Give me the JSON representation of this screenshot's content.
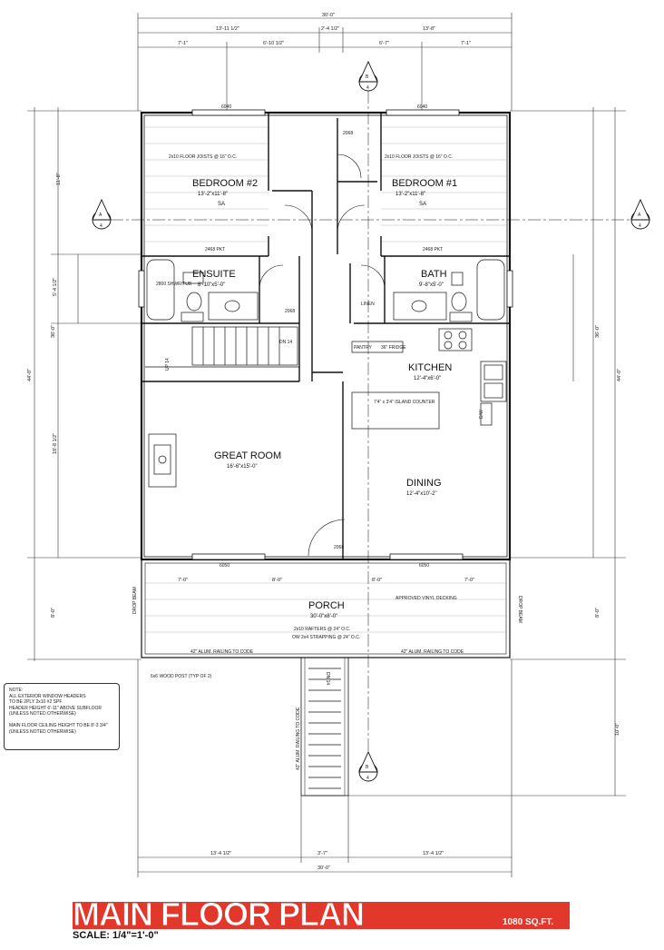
{
  "rooms": {
    "bedroom2": {
      "name": "BEDROOM #2",
      "size": "13'-2\"x11'-8\"",
      "sa": "SA"
    },
    "bedroom1": {
      "name": "BEDROOM #1",
      "size": "13'-2\"x11'-8\"",
      "sa": "SA"
    },
    "ensuite": {
      "name": "ENSUITE",
      "size": "8'-10\"x5'-0\""
    },
    "bath": {
      "name": "BATH",
      "size": "9'-8\"x5'-0\""
    },
    "kitchen": {
      "name": "KITCHEN",
      "size": "12'-4\"x6'-0\""
    },
    "great_room": {
      "name": "GREAT ROOM",
      "size": "16'-6\"x15'-0\""
    },
    "dining": {
      "name": "DINING",
      "size": "12'-4\"x10'-2\""
    },
    "porch": {
      "name": "PORCH",
      "size": "30'-0\"x8'-0\""
    }
  },
  "labels": {
    "floor_joists": "2x10 FLOOR JOISTS @ 16\" O.C.",
    "rafters": "2x10 RAFTERS @ 24\" O.C.",
    "strapping": "OW 2x4 STRAPPING @ 24\" O.C.",
    "railing": "42\" ALUM. RAILING TO CODE",
    "stair_railing": "42\" ALUM. RAILING TO CODE",
    "vinyl_decking": "APPROVED VINYL DECKING",
    "wood_post": "6x6 WOOD POST (TYP OF 2)",
    "island": "7'4\" x 3'4\" ISLAND COUNTER",
    "pantry": "PANTRY",
    "fridge": "36\" FRIDGE",
    "linen": "LINEN",
    "dn14": "DN 14",
    "up14": "UP 14",
    "dw": "D/W",
    "window_6040": "6040",
    "window_6050": "6050",
    "door_2068": "2068",
    "door_2468": "2468 PKT",
    "shower": "2800 SHWR/TUB",
    "drop_beam": "DROP BEAM"
  },
  "section_markers": {
    "a": "A",
    "b": "B",
    "sheet": "4"
  },
  "dimensions": {
    "overall_top": "30'-0\"",
    "top_left": "13'-11 1/2\"",
    "top_mid": "2'-4 1/2\"",
    "top_right": "13'-8\"",
    "top_a": "7'-1\"",
    "top_b": "6'-10 1/2\"",
    "top_c": "6'-7\"",
    "top_d": "7'-1\"",
    "left_overall": "44'-0\"",
    "left_house": "36'-0\"",
    "left_bed": "11'-8\"",
    "left_ensuite": "5'-4 1/2\"",
    "left_great": "18'-8 1/2\"",
    "left_porch": "8'-0\"",
    "right_overall": "44'-0\"",
    "right_house": "36'-0\"",
    "right_porch": "8'-0\"",
    "right_stairs": "10'-0\"",
    "bottom_overall": "30'-0\"",
    "bottom_left": "13'-4 1/2\"",
    "bottom_mid": "3'-7\"",
    "bottom_right": "13'-4 1/2\"",
    "porch_a": "7'-0\"",
    "porch_b": "8'-0\"",
    "porch_c": "8'-0\"",
    "porch_d": "7'-0\""
  },
  "notes": {
    "heading": "NOTE:",
    "line1": "ALL EXTERIOR WINDOW HEADERS",
    "line2": "TO BE 2PLY 2x10 #2 SPF",
    "line3": "HEADER HEIGHT 6'-11\" ABOVE SUBFLOOR",
    "line4": "(UNLESS NOTED OTHERWISE)",
    "line5": "MAIN FLOOR CEILING HEIGHT TO BE 8'-3 3/4\"",
    "line6": "(UNLESS NOTED OTHERWISE)"
  },
  "title": {
    "main": "MAIN FLOOR PLAN",
    "area": "1080 SQ.FT.",
    "scale": "SCALE: 1/4\"=1'-0\""
  },
  "colors": {
    "title_red": "#e2372b",
    "line": "#111111"
  }
}
